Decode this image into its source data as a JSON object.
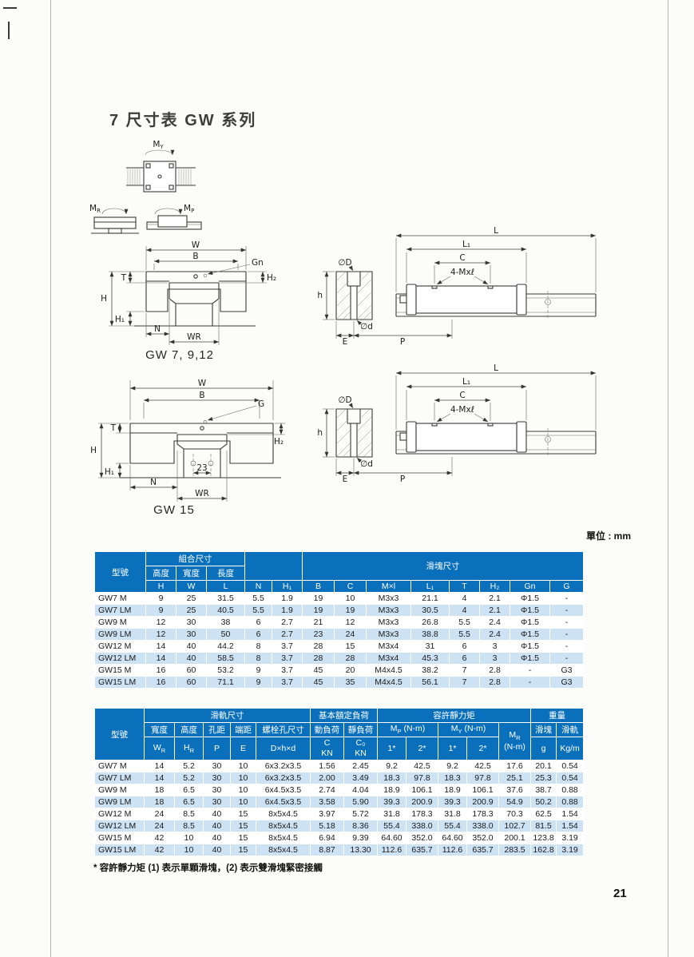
{
  "page": {
    "title": "7 尺寸表 GW 系列",
    "unit_label": "單位 : mm",
    "footnote": "* 容許靜力矩 (1) 表示單顆滑塊，(2) 表示雙滑塊緊密接觸",
    "page_number": "21"
  },
  "drawings": {
    "caption_gw7": "GW 7, 9,12",
    "caption_gw15": "GW 15",
    "moment": {
      "m": "M",
      "y": "Y",
      "r": "R",
      "p": "P"
    },
    "front": {
      "W": "W",
      "B": "B",
      "Gn": "Gn",
      "G": "G",
      "H": "H",
      "T": "T",
      "H1": "H₁",
      "H2": "H₂",
      "N": "N",
      "WR": "WR",
      "d23": "23"
    },
    "side": {
      "L": "L",
      "L1": "L₁",
      "C": "C",
      "bolt": "4-Mxℓ",
      "D": "∅D",
      "d": "∅d",
      "h": "h",
      "E": "E",
      "P": "P"
    }
  },
  "table1": {
    "group": {
      "model": "型號",
      "assembly": "組合尺寸",
      "block": "滑塊尺寸"
    },
    "sub": {
      "height": "高度",
      "width": "寬度",
      "length": "長度"
    },
    "cols": [
      "H",
      "W",
      "L",
      "N",
      "H₁",
      "B",
      "C",
      "M×l",
      "L₁",
      "T",
      "H₂",
      "Gn",
      "G"
    ],
    "rows": [
      [
        "GW7 M",
        "9",
        "25",
        "31.5",
        "5.5",
        "1.9",
        "19",
        "10",
        "M3x3",
        "21.1",
        "4",
        "2.1",
        "Φ1.5",
        "-"
      ],
      [
        "GW7 LM",
        "9",
        "25",
        "40.5",
        "5.5",
        "1.9",
        "19",
        "19",
        "M3x3",
        "30.5",
        "4",
        "2.1",
        "Φ1.5",
        "-"
      ],
      [
        "GW9 M",
        "12",
        "30",
        "38",
        "6",
        "2.7",
        "21",
        "12",
        "M3x3",
        "26.8",
        "5.5",
        "2.4",
        "Φ1.5",
        "-"
      ],
      [
        "GW9 LM",
        "12",
        "30",
        "50",
        "6",
        "2.7",
        "23",
        "24",
        "M3x3",
        "38.8",
        "5.5",
        "2.4",
        "Φ1.5",
        "-"
      ],
      [
        "GW12 M",
        "14",
        "40",
        "44.2",
        "8",
        "3.7",
        "28",
        "15",
        "M3x4",
        "31",
        "6",
        "3",
        "Φ1.5",
        "-"
      ],
      [
        "GW12 LM",
        "14",
        "40",
        "58.5",
        "8",
        "3.7",
        "28",
        "28",
        "M3x4",
        "45.3",
        "6",
        "3",
        "Φ1.5",
        "-"
      ],
      [
        "GW15 M",
        "16",
        "60",
        "53.2",
        "9",
        "3.7",
        "45",
        "20",
        "M4x4.5",
        "38.2",
        "7",
        "2.8",
        "-",
        "G3"
      ],
      [
        "GW15 LM",
        "16",
        "60",
        "71.1",
        "9",
        "3.7",
        "45",
        "35",
        "M4x4.5",
        "56.1",
        "7",
        "2.8",
        "-",
        "G3"
      ]
    ]
  },
  "table2": {
    "group": {
      "model": "型號",
      "rail": "滑軌尺寸",
      "load": "基本額定負荷",
      "moment": "容許靜力矩",
      "weight": "重量"
    },
    "sub": {
      "width": "寬度",
      "height": "高度",
      "pitch": "孔距",
      "end": "端距",
      "bolt": "螺栓孔尺寸",
      "dynamic": "動負荷",
      "static": "靜負荷",
      "m": "M",
      "p": "P",
      "y": "Y",
      "r": "R",
      "nm": "(N-m)",
      "block": "滑塊",
      "rail": "滑軌"
    },
    "cols": {
      "w": "W",
      "h": "H",
      "p": "P",
      "e": "E",
      "bolt": "D×h×d",
      "c": "C",
      "kn": "KN",
      "c0": "C₀",
      "s1": "1*",
      "s2": "2*",
      "g": "g",
      "kgm": "Kg/m"
    },
    "rows": [
      [
        "GW7 M",
        "14",
        "5.2",
        "30",
        "10",
        "6x3.2x3.5",
        "1.56",
        "2.45",
        "9.2",
        "42.5",
        "9.2",
        "42.5",
        "17.6",
        "20.1",
        "0.54"
      ],
      [
        "GW7 LM",
        "14",
        "5.2",
        "30",
        "10",
        "6x3.2x3.5",
        "2.00",
        "3.49",
        "18.3",
        "97.8",
        "18.3",
        "97.8",
        "25.1",
        "25.3",
        "0.54"
      ],
      [
        "GW9 M",
        "18",
        "6.5",
        "30",
        "10",
        "6x4.5x3.5",
        "2.74",
        "4.04",
        "18.9",
        "106.1",
        "18.9",
        "106.1",
        "37.6",
        "38.7",
        "0.88"
      ],
      [
        "GW9 LM",
        "18",
        "6.5",
        "30",
        "10",
        "6x4.5x3.5",
        "3.58",
        "5.90",
        "39.3",
        "200.9",
        "39.3",
        "200.9",
        "54.9",
        "50.2",
        "0.88"
      ],
      [
        "GW12 M",
        "24",
        "8.5",
        "40",
        "15",
        "8x5x4.5",
        "3.97",
        "5.72",
        "31.8",
        "178.3",
        "31.8",
        "178.3",
        "70.3",
        "62.5",
        "1.54"
      ],
      [
        "GW12 LM",
        "24",
        "8.5",
        "40",
        "15",
        "8x5x4.5",
        "5.18",
        "8.36",
        "55.4",
        "338.0",
        "55.4",
        "338.0",
        "102.7",
        "81.5",
        "1.54"
      ],
      [
        "GW15 M",
        "42",
        "10",
        "40",
        "15",
        "8x5x4.5",
        "6.94",
        "9.39",
        "64.60",
        "352.0",
        "64.60",
        "352.0",
        "200.1",
        "123.8",
        "3.19"
      ],
      [
        "GW15 LM",
        "42",
        "10",
        "40",
        "15",
        "8x5x4.5",
        "8.87",
        "13.30",
        "112.6",
        "635.7",
        "112.6",
        "635.7",
        "283.5",
        "162.8",
        "3.19"
      ]
    ]
  }
}
